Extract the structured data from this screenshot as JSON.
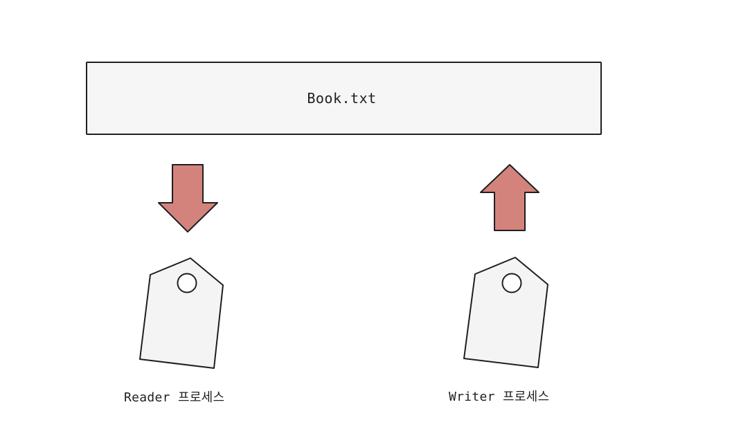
{
  "file": {
    "name": "Book.txt"
  },
  "reader": {
    "label": "Reader 프로세스",
    "arrow_direction": "down"
  },
  "writer": {
    "label": "Writer 프로세스",
    "arrow_direction": "up"
  },
  "colors": {
    "arrow_fill": "#d4837c",
    "tag_fill": "#f4f4f4",
    "file_fill": "#f6f6f6",
    "stroke": "#1f1f1f"
  },
  "icons": {
    "reader_arrow": "arrow-down-icon",
    "writer_arrow": "arrow-up-icon",
    "reader_tag": "tag-icon",
    "writer_tag": "tag-icon"
  }
}
